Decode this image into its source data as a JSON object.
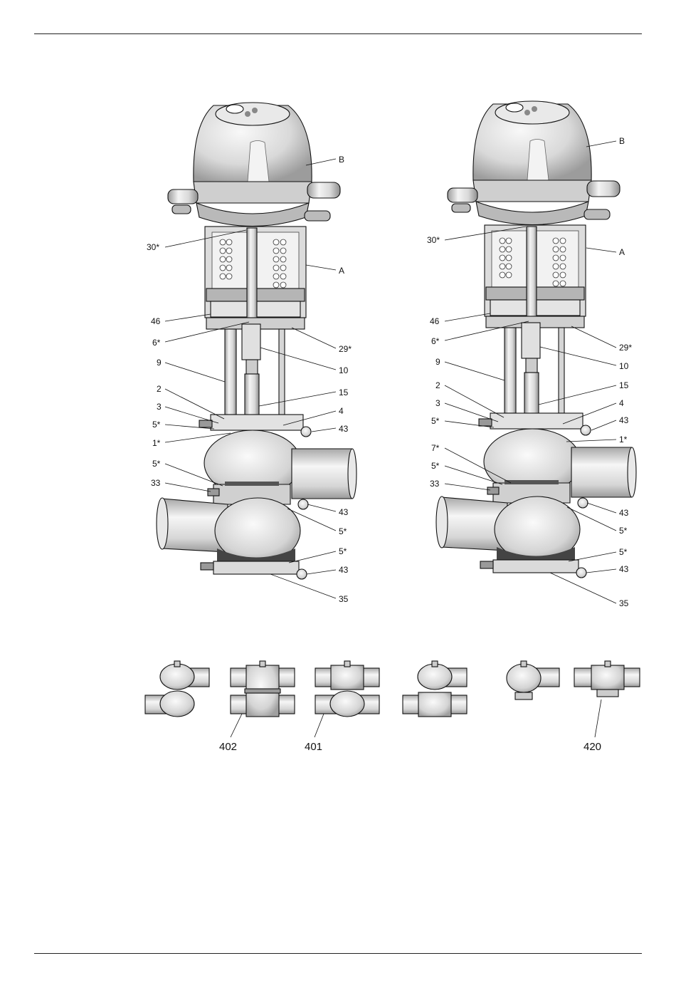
{
  "left_valve": {
    "labels": [
      "B",
      "30*",
      "A",
      "46",
      "6*",
      "29*",
      "9",
      "10",
      "2",
      "15",
      "3",
      "4",
      "5*",
      "43",
      "1*",
      "5*",
      "33",
      "43",
      "5*",
      "5*",
      "43",
      "35"
    ]
  },
  "right_valve": {
    "labels": [
      "B",
      "30*",
      "A",
      "46",
      "6*",
      "29*",
      "9",
      "10",
      "2",
      "15",
      "3",
      "4",
      "5*",
      "43",
      "1*",
      "7*",
      "5*",
      "33",
      "43",
      "5*",
      "5*",
      "43",
      "35"
    ]
  },
  "variants": {
    "labels": [
      "402",
      "401",
      "420"
    ]
  },
  "colors": {
    "line": "#111111",
    "light_grey": "#e6e6e6",
    "mid_grey": "#bdbdbd",
    "dark_grey": "#555555"
  }
}
